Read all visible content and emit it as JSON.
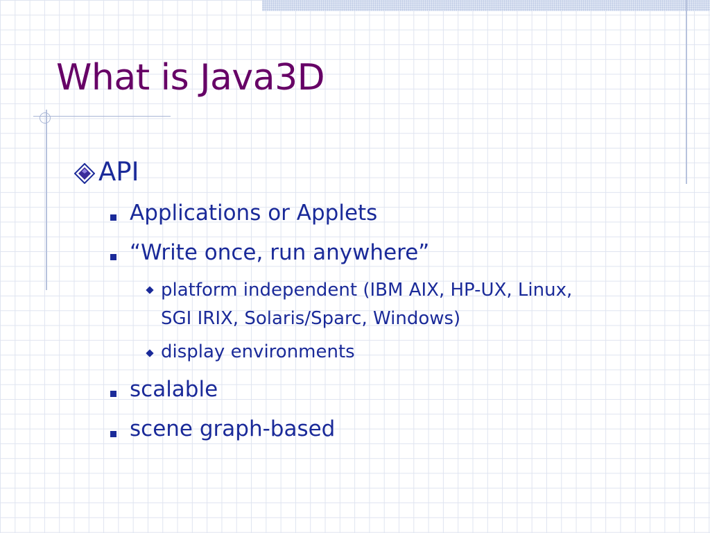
{
  "slide": {
    "title": "What is Java3D",
    "bullets": [
      {
        "level": 1,
        "text": "API"
      },
      {
        "level": 2,
        "text": "Applications or Applets"
      },
      {
        "level": 2,
        "text": "“Write once, run anywhere”"
      },
      {
        "level": 3,
        "text": "platform independent (IBM AIX, HP-UX, Linux,"
      },
      {
        "level": 3,
        "text": "SGI IRIX, Solaris/Sparc, Windows)"
      },
      {
        "level": 3,
        "text": "display environments"
      },
      {
        "level": 2,
        "text": "scalable"
      },
      {
        "level": 2,
        "text": "scene graph-based"
      }
    ]
  },
  "colors": {
    "title": "#660066",
    "body_text": "#1a2a99",
    "grid": "#dfe4f0",
    "accent_lines": "#b7c2dd"
  },
  "icons": {
    "level1_bullet": "diamond-bullet-icon",
    "level2_bullet": "square-bullet-icon",
    "level3_bullet": "small-diamond-bullet-icon"
  }
}
